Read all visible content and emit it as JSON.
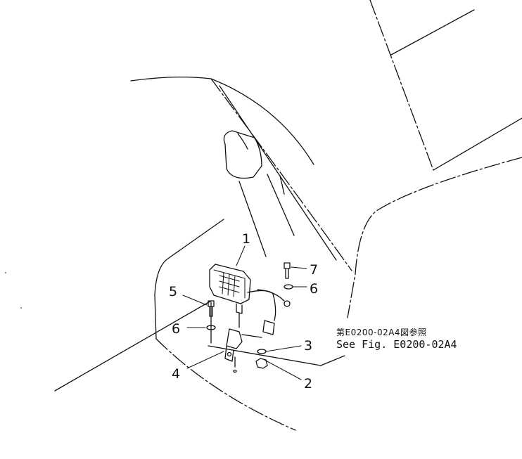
{
  "diagram": {
    "callouts": [
      "1",
      "2",
      "3",
      "4",
      "5",
      "6",
      "6",
      "7"
    ],
    "note_jp": "第E0200-02A4図参照",
    "note_en": "See Fig. E0200-02A4"
  }
}
